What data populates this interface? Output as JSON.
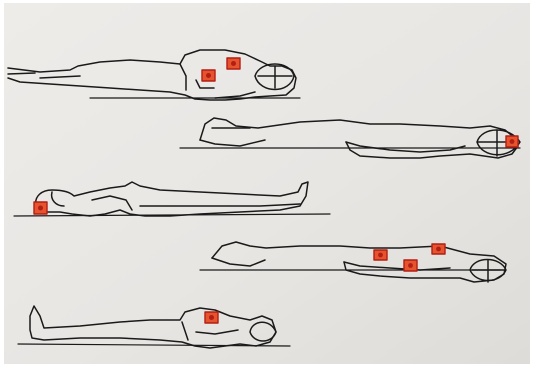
{
  "image": {
    "paper_color": "#e9e7e4",
    "paper_shade": "#dcdad6",
    "ink_color": "#1a1a1a",
    "mark_fill": "#e6532f",
    "mark_stroke": "#b21e12",
    "figure_count": 5,
    "figures": [
      {
        "orientation": "prone",
        "head_side": "right",
        "marks": 2
      },
      {
        "orientation": "prone",
        "head_side": "right",
        "marks": 1
      },
      {
        "orientation": "supine",
        "head_side": "left",
        "marks": 1
      },
      {
        "orientation": "prone",
        "head_side": "right",
        "marks": 3
      },
      {
        "orientation": "supine",
        "head_side": "right",
        "marks": 1
      }
    ]
  }
}
